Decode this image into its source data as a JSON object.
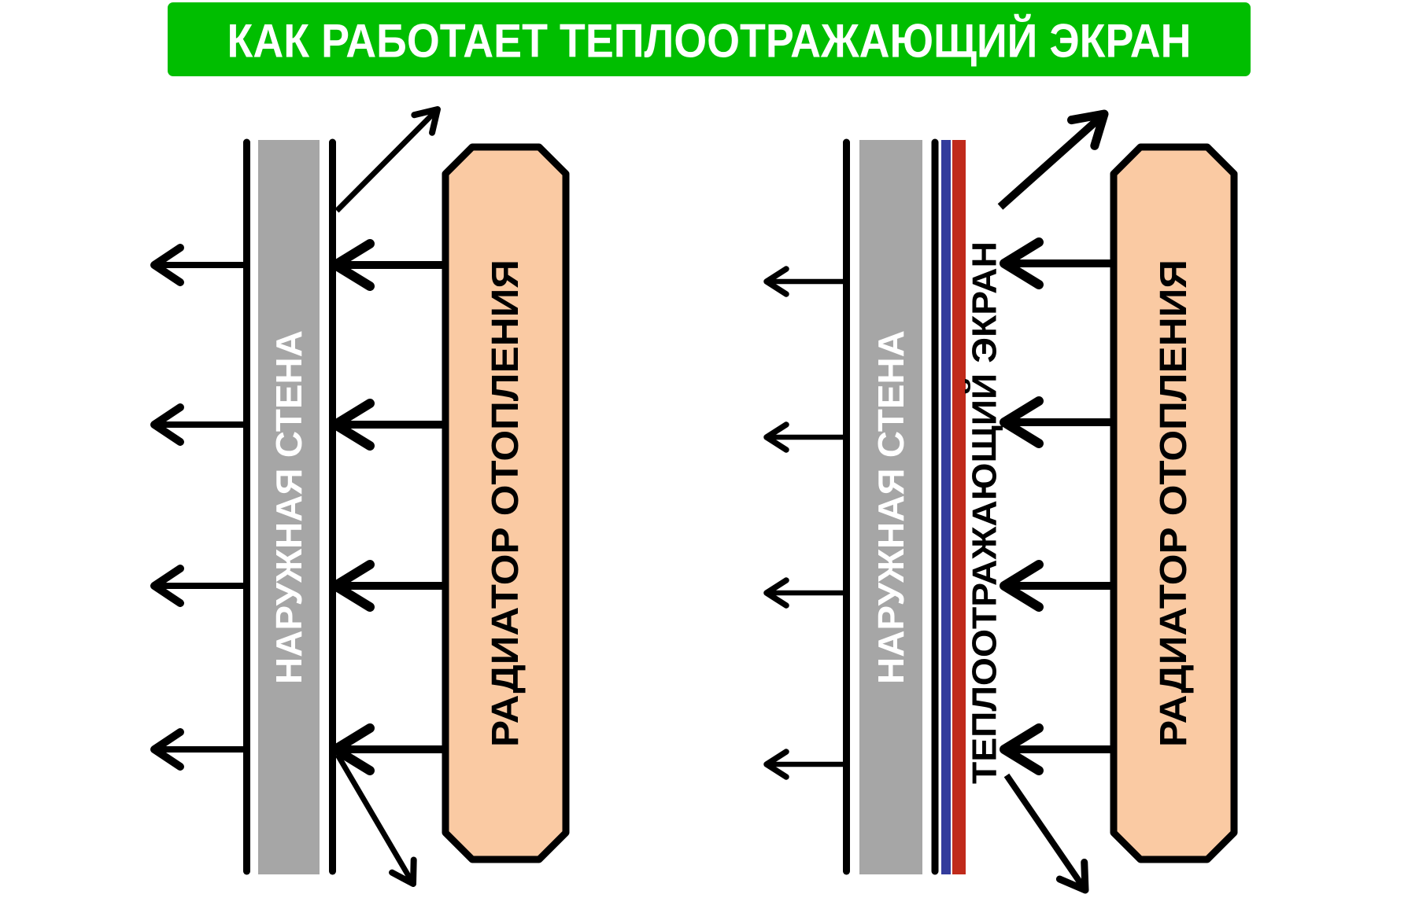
{
  "title": {
    "text": "КАК РАБОТАЕТ ТЕПЛООТРАЖАЮЩИЙ ЭКРАН"
  },
  "colors": {
    "background": "#FFFFFF",
    "banner_green": "#00BE00",
    "title_text": "#FFFFFF",
    "wall_gray": "#A6A6A6",
    "wall_label_text": "#FFFFFF",
    "radiator_fill": "#FACAA3",
    "radiator_border": "#000000",
    "screen_blue": "#333C9C",
    "screen_red": "#C02A1B",
    "arrow_black": "#000000",
    "label_black": "#000000"
  },
  "left_diagram": {
    "wall_label": "НАРУЖНАЯ СТЕНА",
    "radiator_label": "РАДИАТОР ОТОПЛЕНИЯ",
    "heat_arrow_count": 4,
    "escaping_arrow_count": 4,
    "scattered_arrow_count": 2
  },
  "right_diagram": {
    "wall_label": "НАРУЖНАЯ СТЕНА",
    "screen_label": "ТЕПЛООТРАЖАЮЩИЙ ЭКРАН",
    "radiator_label": "РАДИАТОР ОТОПЛЕНИЯ",
    "heat_arrow_count": 4,
    "escaping_arrow_count": 4,
    "reflected_arrow_count": 2
  }
}
